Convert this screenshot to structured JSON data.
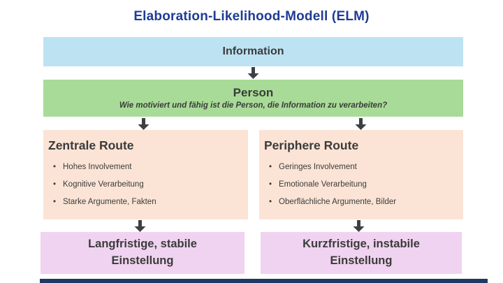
{
  "title": "Elaboration-Likelihood-Modell (ELM)",
  "colors": {
    "title": "#1f3c94",
    "text": "#3b3b3b",
    "arrow": "#3c4043",
    "info_bg": "#bde3f3",
    "person_bg": "#a8db97",
    "route_bg": "#fbe4d5",
    "outcome_bg": "#f0d3f0",
    "footer_bar": "#1f3864"
  },
  "info_box": {
    "label": "Information"
  },
  "person_box": {
    "label": "Person",
    "subtitle": "Wie motiviert und fähig ist die Person, die Information zu verarbeiten?"
  },
  "routes": [
    {
      "title": "Zentrale Route",
      "bullets": [
        "Hohes Involvement",
        "Kognitive Verarbeitung",
        "Starke Argumente, Fakten"
      ]
    },
    {
      "title": "Periphere Route",
      "bullets": [
        "Geringes Involvement",
        "Emotionale Verarbeitung",
        "Oberflächliche Argumente, Bilder"
      ]
    }
  ],
  "outcomes": [
    {
      "line1": "Langfristige, stabile",
      "line2": "Einstellung"
    },
    {
      "line1": "Kurzfristige, instabile",
      "line2": "Einstellung"
    }
  ],
  "icons": {
    "down_arrow": "down-arrow"
  }
}
